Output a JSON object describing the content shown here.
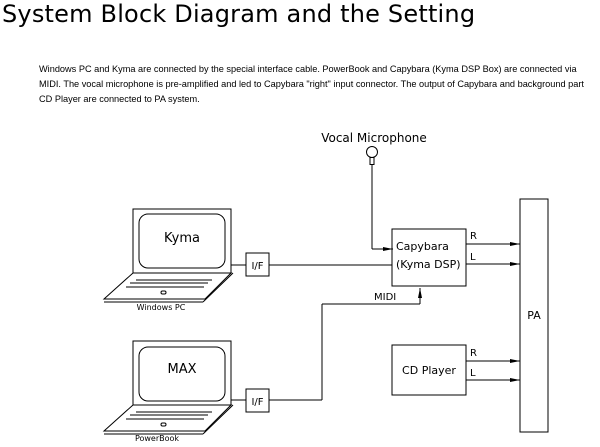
{
  "title": "System Block Diagram and the Setting",
  "description": "Windows PC and Kyma are connected by the special interface cable.   PowerBook and Capybara (Kyma DSP Box) are connected via MIDI.   The vocal microphone is pre-amplified and led to Capybara \"right\" input connector.   The output of Capybara and background part CD Player are connected to PA system.",
  "diagram": {
    "microphone": {
      "label": "Vocal Microphone"
    },
    "laptop_top": {
      "screen_label": "Kyma",
      "caption": "Windows PC"
    },
    "laptop_bottom": {
      "screen_label": "MAX",
      "caption": "PowerBook"
    },
    "interface_top": {
      "label": "I/F"
    },
    "interface_bottom": {
      "label": "I/F"
    },
    "capybara": {
      "line1": "Capybara",
      "line2": "(Kyma DSP)"
    },
    "cd_player": {
      "label": "CD Player"
    },
    "pa": {
      "label": "PA"
    },
    "midi_label": "MIDI",
    "channels": {
      "right": "R",
      "left": "L"
    }
  }
}
